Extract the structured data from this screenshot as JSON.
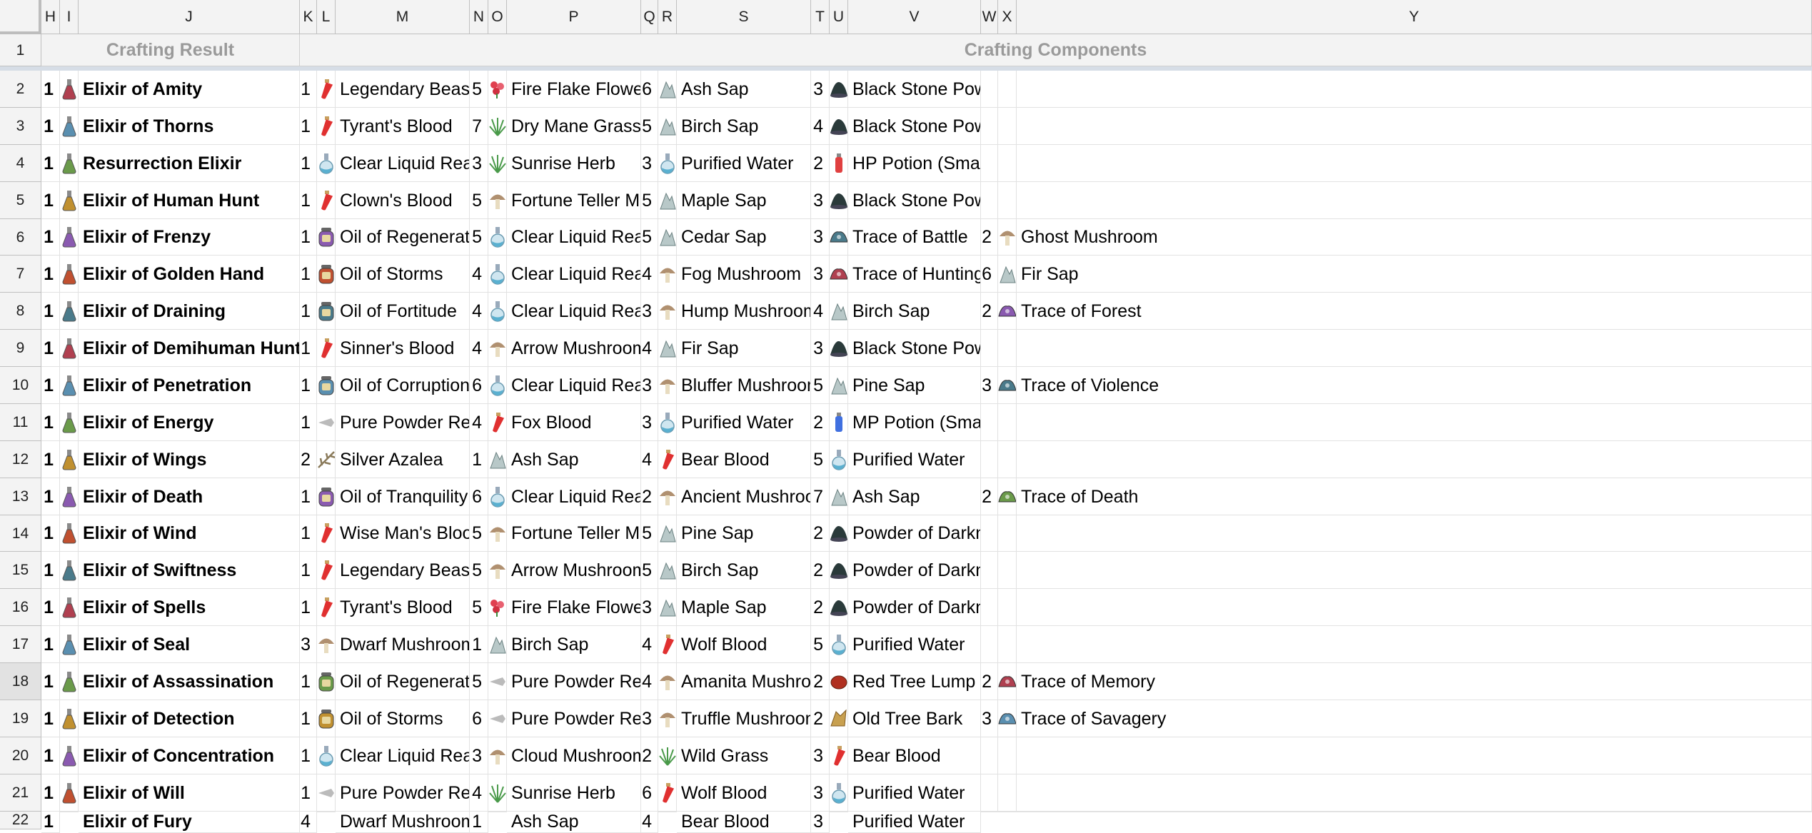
{
  "columns": [
    "H",
    "I",
    "J",
    "K",
    "L",
    "M",
    "N",
    "O",
    "P",
    "Q",
    "R",
    "S",
    "T",
    "U",
    "V",
    "W",
    "X",
    "Y"
  ],
  "header_row": {
    "row_number": "1",
    "crafting_result": "Crafting Result",
    "crafting_components": "Crafting Components"
  },
  "selected_row": "18",
  "rows": [
    {
      "row": "2",
      "qty": "1",
      "icon": "potion-flask-icon",
      "name": "Elixir of Amity",
      "c1": {
        "qty": "1",
        "icon": "blood-vial-icon",
        "name": "Legendary Beast's Blood"
      },
      "c2": {
        "qty": "5",
        "icon": "red-flower-icon",
        "name": "Fire Flake Flower"
      },
      "c3": {
        "qty": "6",
        "icon": "sap-icon",
        "name": "Ash Sap"
      },
      "c4": {
        "qty": "3",
        "icon": "powder-pile-icon",
        "name": "Black Stone Powder"
      },
      "c5": {
        "qty": "",
        "icon": "",
        "name": ""
      }
    },
    {
      "row": "3",
      "qty": "1",
      "icon": "potion-flask-icon",
      "name": "Elixir of Thorns",
      "c1": {
        "qty": "1",
        "icon": "blood-vial-icon",
        "name": "Tyrant's Blood"
      },
      "c2": {
        "qty": "7",
        "icon": "grass-icon",
        "name": "Dry Mane Grass"
      },
      "c3": {
        "qty": "5",
        "icon": "sap-icon",
        "name": "Birch Sap"
      },
      "c4": {
        "qty": "4",
        "icon": "powder-pile-icon",
        "name": "Black Stone Powder"
      },
      "c5": {
        "qty": "",
        "icon": "",
        "name": ""
      }
    },
    {
      "row": "4",
      "qty": "1",
      "icon": "potion-flask-icon",
      "name": "Resurrection Elixir",
      "c1": {
        "qty": "1",
        "icon": "reagent-flask-icon",
        "name": "Clear Liquid Reagent"
      },
      "c2": {
        "qty": "3",
        "icon": "herb-icon",
        "name": "Sunrise Herb"
      },
      "c3": {
        "qty": "3",
        "icon": "water-flask-icon",
        "name": "Purified Water"
      },
      "c4": {
        "qty": "2",
        "icon": "hp-potion-icon",
        "name": "HP Potion (Small)"
      },
      "c5": {
        "qty": "",
        "icon": "",
        "name": ""
      }
    },
    {
      "row": "5",
      "qty": "1",
      "icon": "potion-flask-icon",
      "name": "Elixir of Human Hunt",
      "c1": {
        "qty": "1",
        "icon": "blood-vial-icon",
        "name": "Clown's Blood"
      },
      "c2": {
        "qty": "5",
        "icon": "mushroom-icon",
        "name": "Fortune Teller Mushroom"
      },
      "c3": {
        "qty": "5",
        "icon": "sap-icon",
        "name": "Maple Sap"
      },
      "c4": {
        "qty": "3",
        "icon": "powder-pile-icon",
        "name": "Black Stone Powder"
      },
      "c5": {
        "qty": "",
        "icon": "",
        "name": ""
      }
    },
    {
      "row": "6",
      "qty": "1",
      "icon": "potion-flask-icon",
      "name": "Elixir of Frenzy",
      "c1": {
        "qty": "1",
        "icon": "oil-jar-icon",
        "name": "Oil of Regeneration"
      },
      "c2": {
        "qty": "5",
        "icon": "reagent-flask-icon",
        "name": "Clear Liquid Reagent"
      },
      "c3": {
        "qty": "5",
        "icon": "sap-icon",
        "name": "Cedar Sap"
      },
      "c4": {
        "qty": "3",
        "icon": "trace-icon",
        "name": "Trace of Battle"
      },
      "c5": {
        "qty": "2",
        "icon": "mushroom-icon",
        "name": "Ghost Mushroom"
      }
    },
    {
      "row": "7",
      "qty": "1",
      "icon": "potion-flask-icon",
      "name": "Elixir of Golden Hand",
      "c1": {
        "qty": "1",
        "icon": "oil-jar-icon",
        "name": "Oil of Storms"
      },
      "c2": {
        "qty": "4",
        "icon": "reagent-flask-icon",
        "name": "Clear Liquid Reagent"
      },
      "c3": {
        "qty": "4",
        "icon": "mushroom-icon",
        "name": "Fog Mushroom"
      },
      "c4": {
        "qty": "3",
        "icon": "trace-icon",
        "name": "Trace of Hunting"
      },
      "c5": {
        "qty": "6",
        "icon": "sap-icon",
        "name": "Fir Sap"
      }
    },
    {
      "row": "8",
      "qty": "1",
      "icon": "potion-flask-icon",
      "name": "Elixir of Draining",
      "c1": {
        "qty": "1",
        "icon": "oil-jar-icon",
        "name": "Oil of Fortitude"
      },
      "c2": {
        "qty": "4",
        "icon": "reagent-flask-icon",
        "name": "Clear Liquid Reagent"
      },
      "c3": {
        "qty": "3",
        "icon": "mushroom-icon",
        "name": "Hump Mushroom"
      },
      "c4": {
        "qty": "4",
        "icon": "sap-icon",
        "name": "Birch Sap"
      },
      "c5": {
        "qty": "2",
        "icon": "trace-icon",
        "name": "Trace of Forest"
      }
    },
    {
      "row": "9",
      "qty": "1",
      "icon": "potion-flask-icon",
      "name": "Elixir of Demihuman Hunt",
      "c1": {
        "qty": "1",
        "icon": "blood-vial-icon",
        "name": "Sinner's Blood"
      },
      "c2": {
        "qty": "4",
        "icon": "mushroom-icon",
        "name": "Arrow Mushroom"
      },
      "c3": {
        "qty": "4",
        "icon": "sap-icon",
        "name": "Fir Sap"
      },
      "c4": {
        "qty": "3",
        "icon": "powder-pile-icon",
        "name": "Black Stone Powder"
      },
      "c5": {
        "qty": "",
        "icon": "",
        "name": ""
      }
    },
    {
      "row": "10",
      "qty": "1",
      "icon": "potion-flask-icon",
      "name": "Elixir of Penetration",
      "c1": {
        "qty": "1",
        "icon": "oil-jar-icon",
        "name": "Oil of Corruption"
      },
      "c2": {
        "qty": "6",
        "icon": "reagent-flask-icon",
        "name": "Clear Liquid Reagent"
      },
      "c3": {
        "qty": "3",
        "icon": "mushroom-icon",
        "name": "Bluffer Mushroom"
      },
      "c4": {
        "qty": "5",
        "icon": "sap-icon",
        "name": "Pine Sap"
      },
      "c5": {
        "qty": "3",
        "icon": "trace-icon",
        "name": "Trace of Violence"
      }
    },
    {
      "row": "11",
      "qty": "1",
      "icon": "potion-flask-icon",
      "name": "Elixir of Energy",
      "c1": {
        "qty": "1",
        "icon": "powder-reagent-icon",
        "name": "Pure Powder Reagent"
      },
      "c2": {
        "qty": "4",
        "icon": "blood-vial-icon",
        "name": "Fox Blood"
      },
      "c3": {
        "qty": "3",
        "icon": "water-flask-icon",
        "name": "Purified Water"
      },
      "c4": {
        "qty": "2",
        "icon": "mp-potion-icon",
        "name": "MP Potion (Small)"
      },
      "c5": {
        "qty": "",
        "icon": "",
        "name": ""
      }
    },
    {
      "row": "12",
      "qty": "1",
      "icon": "potion-flask-icon",
      "name": "Elixir of Wings",
      "c1": {
        "qty": "2",
        "icon": "azalea-icon",
        "name": "Silver Azalea"
      },
      "c2": {
        "qty": "1",
        "icon": "sap-icon",
        "name": "Ash Sap"
      },
      "c3": {
        "qty": "4",
        "icon": "blood-vial-icon",
        "name": "Bear Blood"
      },
      "c4": {
        "qty": "5",
        "icon": "water-flask-icon",
        "name": "Purified Water"
      },
      "c5": {
        "qty": "",
        "icon": "",
        "name": ""
      }
    },
    {
      "row": "13",
      "qty": "1",
      "icon": "potion-flask-icon",
      "name": "Elixir of Death",
      "c1": {
        "qty": "1",
        "icon": "oil-jar-icon",
        "name": "Oil of Tranquility"
      },
      "c2": {
        "qty": "6",
        "icon": "reagent-flask-icon",
        "name": "Clear Liquid Reagent"
      },
      "c3": {
        "qty": "2",
        "icon": "mushroom-icon",
        "name": "Ancient Mushroom"
      },
      "c4": {
        "qty": "7",
        "icon": "sap-icon",
        "name": "Ash Sap"
      },
      "c5": {
        "qty": "2",
        "icon": "trace-icon",
        "name": "Trace of Death"
      }
    },
    {
      "row": "14",
      "qty": "1",
      "icon": "potion-flask-icon",
      "name": "Elixir of Wind",
      "c1": {
        "qty": "1",
        "icon": "blood-vial-icon",
        "name": "Wise Man's Blood"
      },
      "c2": {
        "qty": "5",
        "icon": "mushroom-icon",
        "name": "Fortune Teller Mushroom"
      },
      "c3": {
        "qty": "5",
        "icon": "sap-icon",
        "name": "Pine Sap"
      },
      "c4": {
        "qty": "2",
        "icon": "powder-pile-icon",
        "name": "Powder of Darkness"
      },
      "c5": {
        "qty": "",
        "icon": "",
        "name": ""
      }
    },
    {
      "row": "15",
      "qty": "1",
      "icon": "potion-flask-icon",
      "name": "Elixir of Swiftness",
      "c1": {
        "qty": "1",
        "icon": "blood-vial-icon",
        "name": "Legendary Beast's Blood"
      },
      "c2": {
        "qty": "5",
        "icon": "mushroom-icon",
        "name": "Arrow Mushroom"
      },
      "c3": {
        "qty": "5",
        "icon": "sap-icon",
        "name": "Birch Sap"
      },
      "c4": {
        "qty": "2",
        "icon": "powder-pile-icon",
        "name": "Powder of Darkness"
      },
      "c5": {
        "qty": "",
        "icon": "",
        "name": ""
      }
    },
    {
      "row": "16",
      "qty": "1",
      "icon": "potion-flask-icon",
      "name": "Elixir of Spells",
      "c1": {
        "qty": "1",
        "icon": "blood-vial-icon",
        "name": "Tyrant's Blood"
      },
      "c2": {
        "qty": "5",
        "icon": "red-flower-icon",
        "name": "Fire Flake Flower"
      },
      "c3": {
        "qty": "3",
        "icon": "sap-icon",
        "name": "Maple Sap"
      },
      "c4": {
        "qty": "2",
        "icon": "powder-pile-icon",
        "name": "Powder of Darkness"
      },
      "c5": {
        "qty": "",
        "icon": "",
        "name": ""
      }
    },
    {
      "row": "17",
      "qty": "1",
      "icon": "potion-flask-icon",
      "name": "Elixir of Seal",
      "c1": {
        "qty": "3",
        "icon": "mushroom-icon",
        "name": "Dwarf Mushroom"
      },
      "c2": {
        "qty": "1",
        "icon": "sap-icon",
        "name": "Birch Sap"
      },
      "c3": {
        "qty": "4",
        "icon": "blood-vial-icon",
        "name": "Wolf Blood"
      },
      "c4": {
        "qty": "5",
        "icon": "water-flask-icon",
        "name": "Purified Water"
      },
      "c5": {
        "qty": "",
        "icon": "",
        "name": ""
      }
    },
    {
      "row": "18",
      "qty": "1",
      "icon": "potion-flask-icon",
      "name": "Elixir of Assassination",
      "c1": {
        "qty": "1",
        "icon": "oil-jar-icon",
        "name": "Oil of Regeneration"
      },
      "c2": {
        "qty": "5",
        "icon": "powder-reagent-icon",
        "name": "Pure Powder Reagent"
      },
      "c3": {
        "qty": "4",
        "icon": "mushroom-icon",
        "name": "Amanita Mushroom"
      },
      "c4": {
        "qty": "2",
        "icon": "tree-lump-icon",
        "name": "Red Tree Lump"
      },
      "c5": {
        "qty": "2",
        "icon": "trace-icon",
        "name": "Trace of Memory"
      }
    },
    {
      "row": "19",
      "qty": "1",
      "icon": "potion-flask-icon",
      "name": "Elixir of Detection",
      "c1": {
        "qty": "1",
        "icon": "oil-jar-icon",
        "name": "Oil of Storms"
      },
      "c2": {
        "qty": "6",
        "icon": "powder-reagent-icon",
        "name": "Pure Powder Reagent"
      },
      "c3": {
        "qty": "3",
        "icon": "mushroom-icon",
        "name": "Truffle Mushroom"
      },
      "c4": {
        "qty": "2",
        "icon": "tree-bark-icon",
        "name": "Old Tree Bark"
      },
      "c5": {
        "qty": "3",
        "icon": "trace-icon",
        "name": "Trace of Savagery"
      }
    },
    {
      "row": "20",
      "qty": "1",
      "icon": "potion-flask-icon",
      "name": "Elixir of Concentration",
      "c1": {
        "qty": "1",
        "icon": "reagent-flask-icon",
        "name": "Clear Liquid Reagent"
      },
      "c2": {
        "qty": "3",
        "icon": "mushroom-icon",
        "name": "Cloud Mushroom"
      },
      "c3": {
        "qty": "2",
        "icon": "grass-icon",
        "name": "Wild Grass"
      },
      "c4": {
        "qty": "3",
        "icon": "blood-vial-icon",
        "name": "Bear Blood"
      },
      "c5": {
        "qty": "",
        "icon": "",
        "name": ""
      }
    },
    {
      "row": "21",
      "qty": "1",
      "icon": "potion-flask-icon",
      "name": "Elixir of Will",
      "c1": {
        "qty": "1",
        "icon": "powder-reagent-icon",
        "name": "Pure Powder Reagent"
      },
      "c2": {
        "qty": "4",
        "icon": "herb-icon",
        "name": "Sunrise Herb"
      },
      "c3": {
        "qty": "6",
        "icon": "blood-vial-icon",
        "name": "Wolf Blood"
      },
      "c4": {
        "qty": "3",
        "icon": "water-flask-icon",
        "name": "Purified Water"
      },
      "c5": {
        "qty": "",
        "icon": "",
        "name": ""
      }
    },
    {
      "row": "22",
      "qty": "1",
      "icon": "potion-flask-icon",
      "name": "Elixir of Fury",
      "c1": {
        "qty": "4",
        "icon": "mushroom-icon",
        "name": "Dwarf Mushroom"
      },
      "c2": {
        "qty": "1",
        "icon": "sap-icon",
        "name": "Ash Sap"
      },
      "c3": {
        "qty": "4",
        "icon": "blood-vial-icon",
        "name": "Bear Blood"
      },
      "c4": {
        "qty": "3",
        "icon": "water-flask-icon",
        "name": "Purified Water"
      },
      "c5": {
        "qty": "",
        "icon": "",
        "name": ""
      }
    }
  ],
  "colors": {
    "header_bg": "#f3f3f3",
    "section_text": "#9a9a9a",
    "grid": "#e2e2e2",
    "freeze_bar": "#d6dde6",
    "selected_row_header": "#e2e2e2"
  }
}
